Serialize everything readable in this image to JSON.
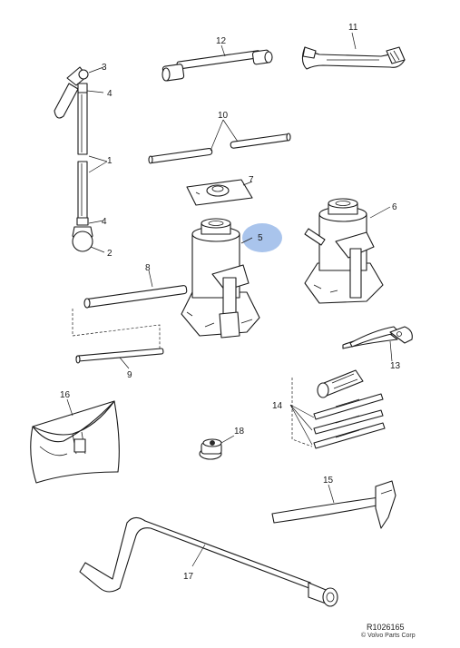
{
  "diagram": {
    "highlight_color": "#a9c4ec",
    "callouts": [
      "1",
      "2",
      "3",
      "4",
      "4",
      "5",
      "6",
      "7",
      "8",
      "9",
      "10",
      "11",
      "12",
      "13",
      "14",
      "15",
      "16",
      "17",
      "18"
    ],
    "reference": "R1026165",
    "copyright": "© Volvo Parts Corp"
  }
}
